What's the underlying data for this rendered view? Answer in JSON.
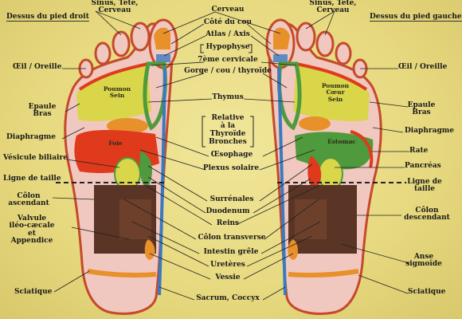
{
  "headers": {
    "left": "Dessus du pied droit",
    "right": "Dessus du pied gauche"
  },
  "center_labels": {
    "cerveau": "Cerveau",
    "cote_cou": "Côté du cou",
    "atlas": "Atlas / Axis",
    "hypophyse": "Hypophyse",
    "cervicale": "7ème cervicale",
    "gorge": "Gorge / cou / thyroïde",
    "thymus": "Thymus",
    "relative_l1": "Relative",
    "relative_l2": "à la",
    "relative_l3": "Thyroïde",
    "relative_l4": "Bronches",
    "oesophage": "Œsophage",
    "plexus": "Plexus solaire",
    "surrenales": "Surrénales",
    "duodenum": "Duodenum",
    "reins": "Reins",
    "colon_transverse": "Côlon transverse",
    "intestin": "Intestin grêle",
    "ureteres": "Uretères",
    "vessie": "Vessie",
    "sacrum": "Sacrum, Coccyx"
  },
  "left_labels": {
    "sinus_l1": "Sinus, Tête,",
    "sinus_l2": "Cerveau",
    "oeil": "Œil / Oreille",
    "epaule_l1": "Epaule",
    "epaule_l2": "Bras",
    "diaphragme": "Diaphragme",
    "vesicule": "Vésicule biliaire",
    "ligne": "Ligne de taille",
    "colon_asc_l1": "Côlon",
    "colon_asc_l2": "ascendant",
    "valvule_l1": "Valvule",
    "valvule_l2": "iléo-cæcale",
    "valvule_l3": "et",
    "valvule_l4": "Appendice",
    "sciatique": "Sciatique"
  },
  "right_labels": {
    "sinus_l1": "Sinus, Tête,",
    "sinus_l2": "Cerveau",
    "oeil": "Œil / Oreille",
    "epaule_l1": "Epaule",
    "epaule_l2": "Bras",
    "diaphragme": "Diaphragme",
    "rate": "Rate",
    "pancreas": "Pancréas",
    "ligne_l1": "Ligne de",
    "ligne_l2": "taille",
    "colon_desc_l1": "Côlon",
    "colon_desc_l2": "descendant",
    "anse_l1": "Anse",
    "anse_l2": "sigmoïde",
    "sciatique": "Sciatique"
  },
  "zones": {
    "poumon_left_l1": "Poumon",
    "poumon_left_l2": "Sein",
    "foie": "Foie",
    "poumon_right_l1": "Poumon",
    "poumon_right_l2": "Cœur",
    "poumon_right_l3": "Sein",
    "estomac": "Estomac"
  },
  "colors": {
    "background": "#e8dc86",
    "foot_outline": "#c44a2a",
    "lung": "#d9d64a",
    "liver": "#e03a1c",
    "heart_stomach": "#4f9a3c",
    "colon": "#5a3424",
    "spine": "#3a7ac0",
    "orange": "#e8902a",
    "pink": "#f0c8c0"
  }
}
